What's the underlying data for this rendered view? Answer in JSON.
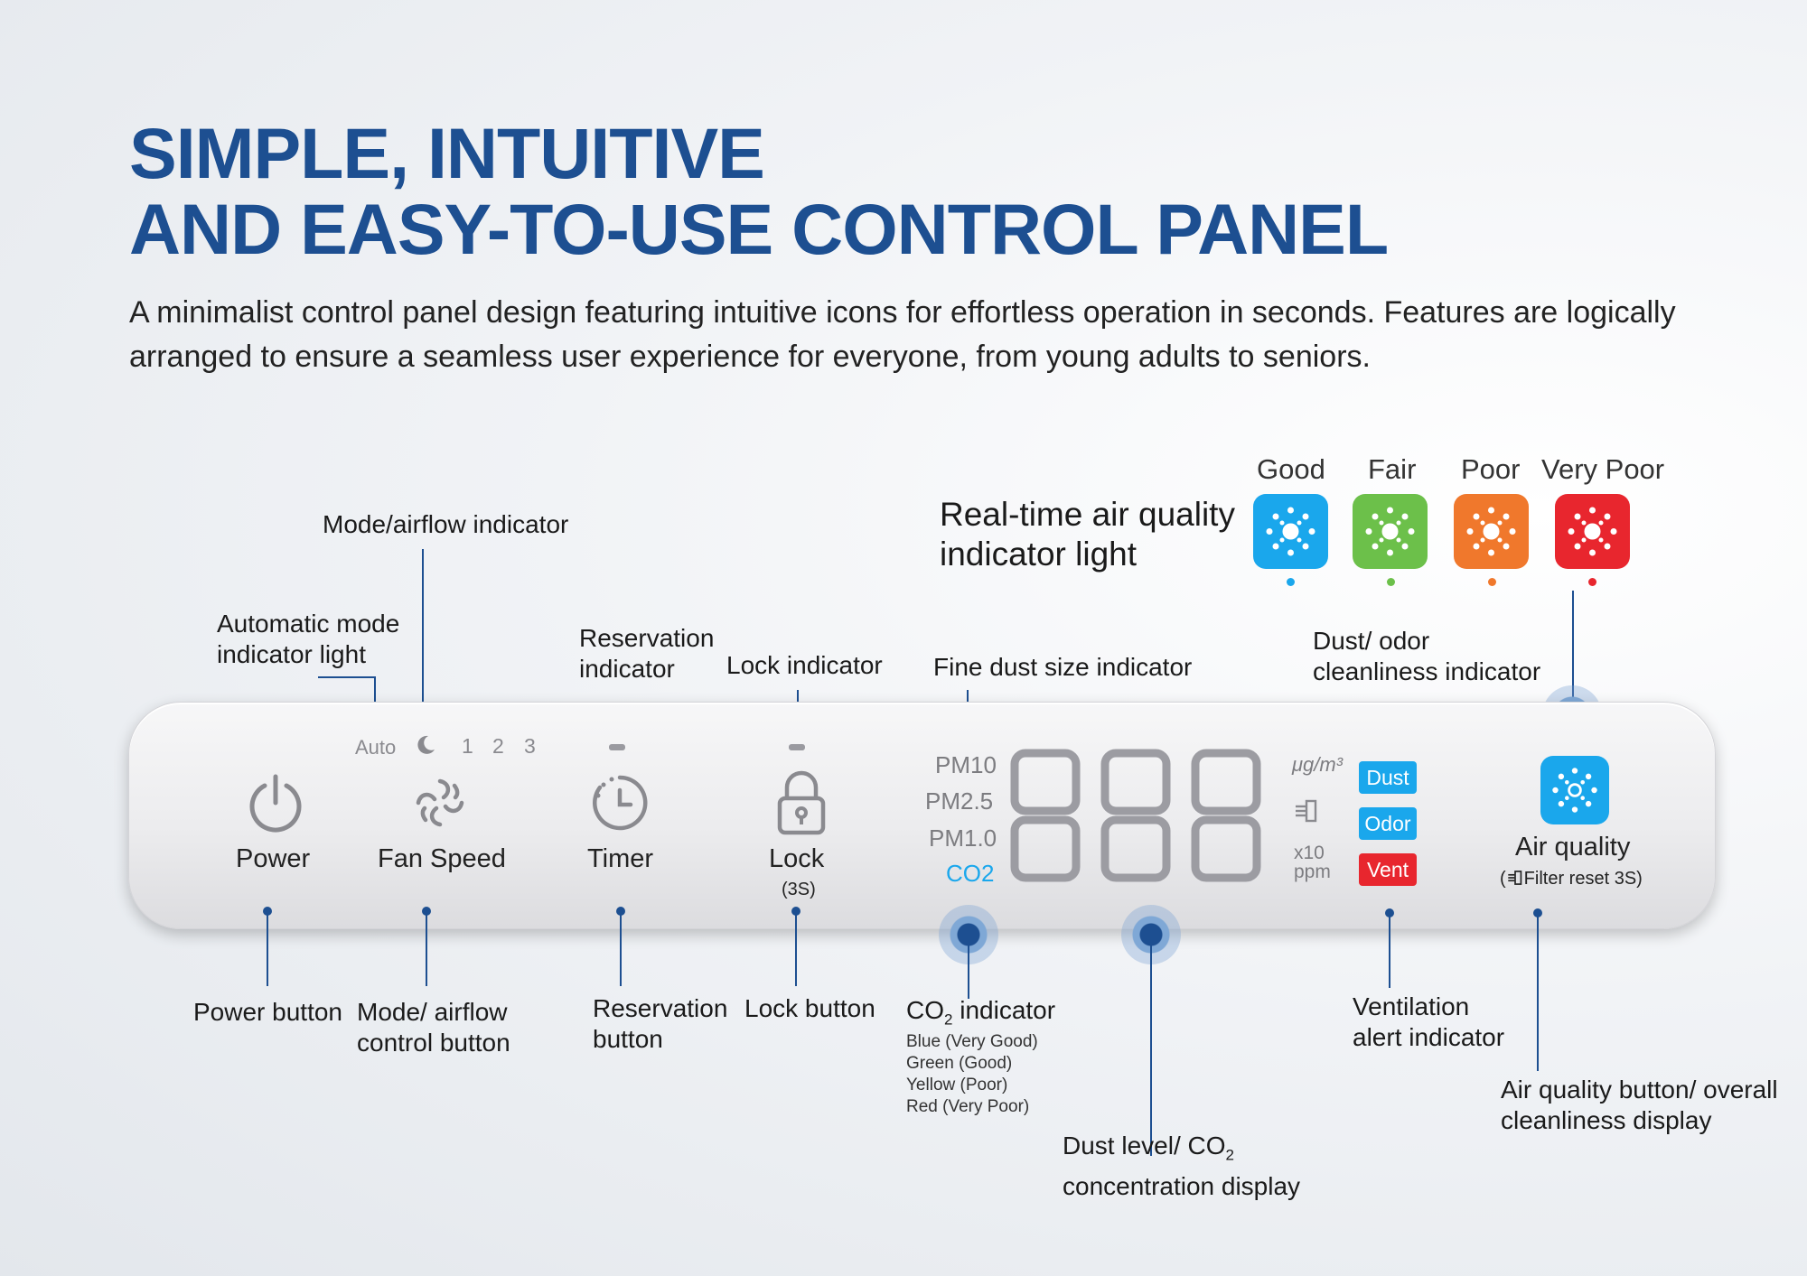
{
  "title": {
    "line1": "SIMPLE, INTUITIVE",
    "line2": "AND EASY-TO-USE CONTROL PANEL"
  },
  "description": "A minimalist control panel design featuring intuitive icons for effortless operation in seconds. Features are logically arranged to ensure a seamless user experience for everyone, from young adults to seniors.",
  "aq_light": {
    "heading_line1": "Real-time air quality",
    "heading_line2": "indicator light",
    "levels": [
      {
        "label": "Good",
        "color": "#1aa7ec"
      },
      {
        "label": "Fair",
        "color": "#6cc04a"
      },
      {
        "label": "Poor",
        "color": "#f0782c"
      },
      {
        "label": "Very Poor",
        "color": "#e8262e"
      }
    ]
  },
  "callouts": {
    "mode_airflow_indicator": "Mode/airflow indicator",
    "auto_mode_line1": "Automatic mode",
    "auto_mode_line2": "indicator light",
    "reservation_indicator_line1": "Reservation",
    "reservation_indicator_line2": "indicator",
    "lock_indicator": "Lock indicator",
    "fine_dust_size": "Fine dust size indicator",
    "dust_odor_line1": "Dust/ odor",
    "dust_odor_line2": "cleanliness indicator",
    "power_button": "Power button",
    "mode_airflow_button_line1": "Mode/ airflow",
    "mode_airflow_button_line2": "control button",
    "reservation_button_line1": "Reservation",
    "reservation_button_line2": "button",
    "lock_button": "Lock button",
    "co2_indicator_pre": "CO",
    "co2_indicator_sub": "2",
    "co2_indicator_post": " indicator",
    "co2_colors": [
      "Blue (Very Good)",
      "Green (Good)",
      "Yellow (Poor)",
      "Red (Very Poor)"
    ],
    "dust_level_pre": "Dust level/ CO",
    "dust_level_sub": "2",
    "dust_level_line2": "concentration display",
    "ventilation_line1": "Ventilation",
    "ventilation_line2": "alert indicator",
    "aq_button_line1": "Air quality button/ overall",
    "aq_button_line2": "cleanliness display"
  },
  "panel": {
    "mode_labels": [
      "Auto",
      "1",
      "2",
      "3"
    ],
    "power": "Power",
    "fan_speed": "Fan Speed",
    "timer": "Timer",
    "lock": "Lock",
    "lock_sub": "(3S)",
    "pm_labels": [
      "PM10",
      "PM2.5",
      "PM1.0"
    ],
    "co2_label": "CO2",
    "digits": "888",
    "unit_ugm3": "μg/m³",
    "unit_x10": "x10",
    "unit_ppm": "ppm",
    "tags": [
      {
        "label": "Dust",
        "color": "#1aa7ec"
      },
      {
        "label": "Odor",
        "color": "#1aa7ec"
      },
      {
        "label": "Vent",
        "color": "#e8262e"
      }
    ],
    "aq_button_label": "Air quality",
    "filter_reset": "Filter reset 3S)",
    "filter_reset_open": "("
  },
  "colors": {
    "accent": "#1d4f91",
    "co2_blue": "#1aa7ec"
  }
}
